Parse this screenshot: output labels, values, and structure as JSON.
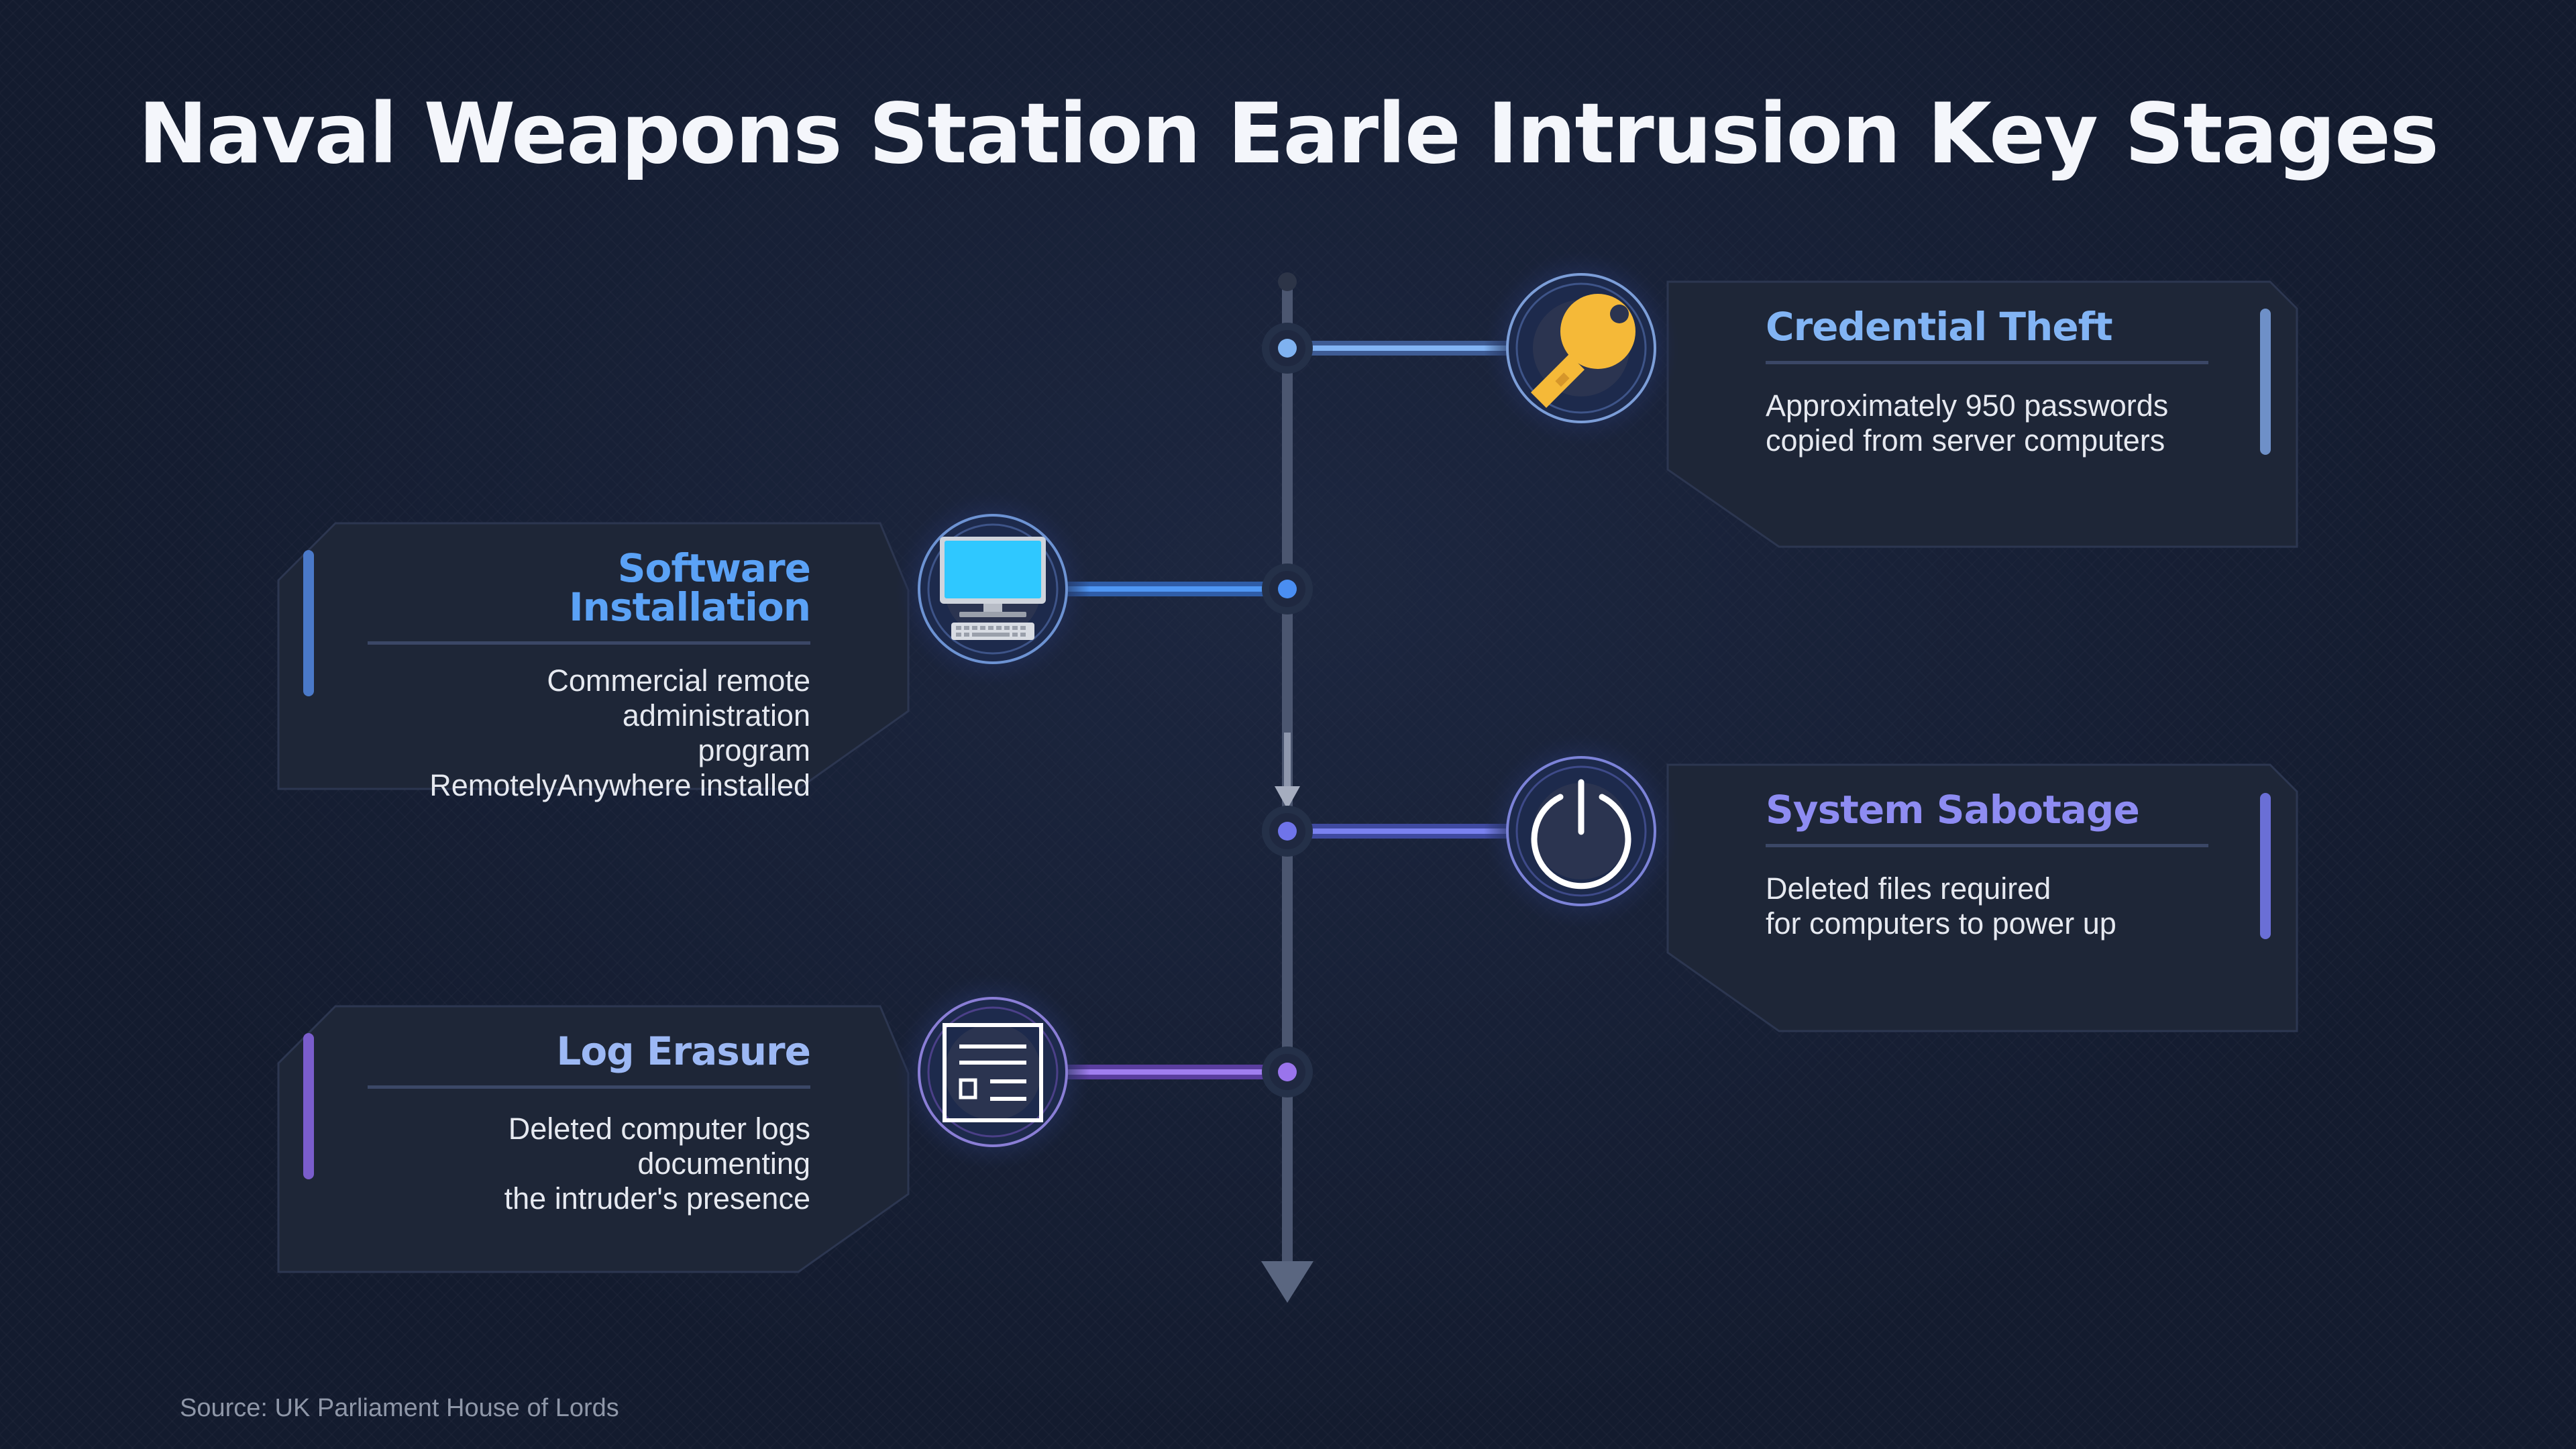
{
  "title": "Naval Weapons Station Earle Intrusion Key Stages",
  "stages": [
    {
      "id": "credential-theft",
      "title": "Credential Theft",
      "description": "Approximately 950 passwords\ncopied from server computers",
      "icon": "key-icon",
      "side": "right",
      "accent": "#7fb2f0",
      "line_color": "#6f9fe0"
    },
    {
      "id": "software-installation",
      "title": "Software Installation",
      "description": "Commercial remote administration\nprogram \nRemotelyAnywhere installed",
      "icon": "computer-icon",
      "side": "left",
      "accent": "#5b9ff0",
      "line_color": "#4a8ef2"
    },
    {
      "id": "system-sabotage",
      "title": "System Sabotage",
      "description": "Deleted files required\nfor computers to power up",
      "icon": "power-icon",
      "side": "right",
      "accent": "#8e8cf2",
      "line_color": "#6f74ea"
    },
    {
      "id": "log-erasure",
      "title": "Log Erasure",
      "description": "Deleted computer logs documenting\nthe intruder's presence",
      "icon": "log-document-icon",
      "side": "left",
      "accent": "#a88cf0",
      "line_color": "#9a74ec"
    }
  ],
  "source": "Source: UK Parliament House of Lords"
}
